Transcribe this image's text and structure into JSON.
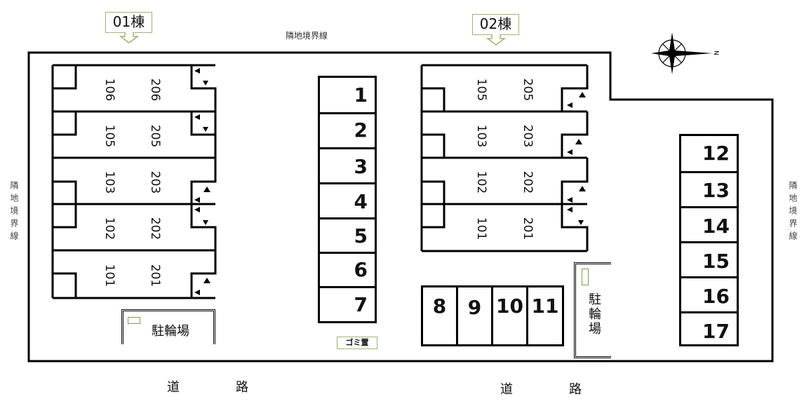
{
  "buildings": [
    {
      "tag": "01棟",
      "units_left": [
        "106",
        "105",
        "103",
        "102",
        "101"
      ],
      "units_right": [
        "206",
        "205",
        "203",
        "202",
        "201"
      ]
    },
    {
      "tag": "02棟",
      "units_left": [
        "105",
        "103",
        "102",
        "101"
      ],
      "units_right": [
        "205",
        "203",
        "202",
        "201"
      ]
    }
  ],
  "boundary_label": "隣地境界線",
  "boundary_label_vertical": "隣地境界線",
  "parking": {
    "center_column": [
      "1",
      "2",
      "3",
      "4",
      "5",
      "6",
      "7"
    ],
    "bottom_row": [
      "8",
      "9",
      "10",
      "11"
    ],
    "right_column": [
      "12",
      "13",
      "14",
      "15",
      "16",
      "17"
    ]
  },
  "garbage_label": "ゴミ置",
  "bicycle_parking_label": "駐輪場",
  "road_label": [
    "道",
    "路"
  ],
  "compass": {
    "north_label": "N"
  },
  "colors": {
    "line": "#000000",
    "tag_border": "#9fb56f",
    "icon_border": "#7aa04d"
  }
}
